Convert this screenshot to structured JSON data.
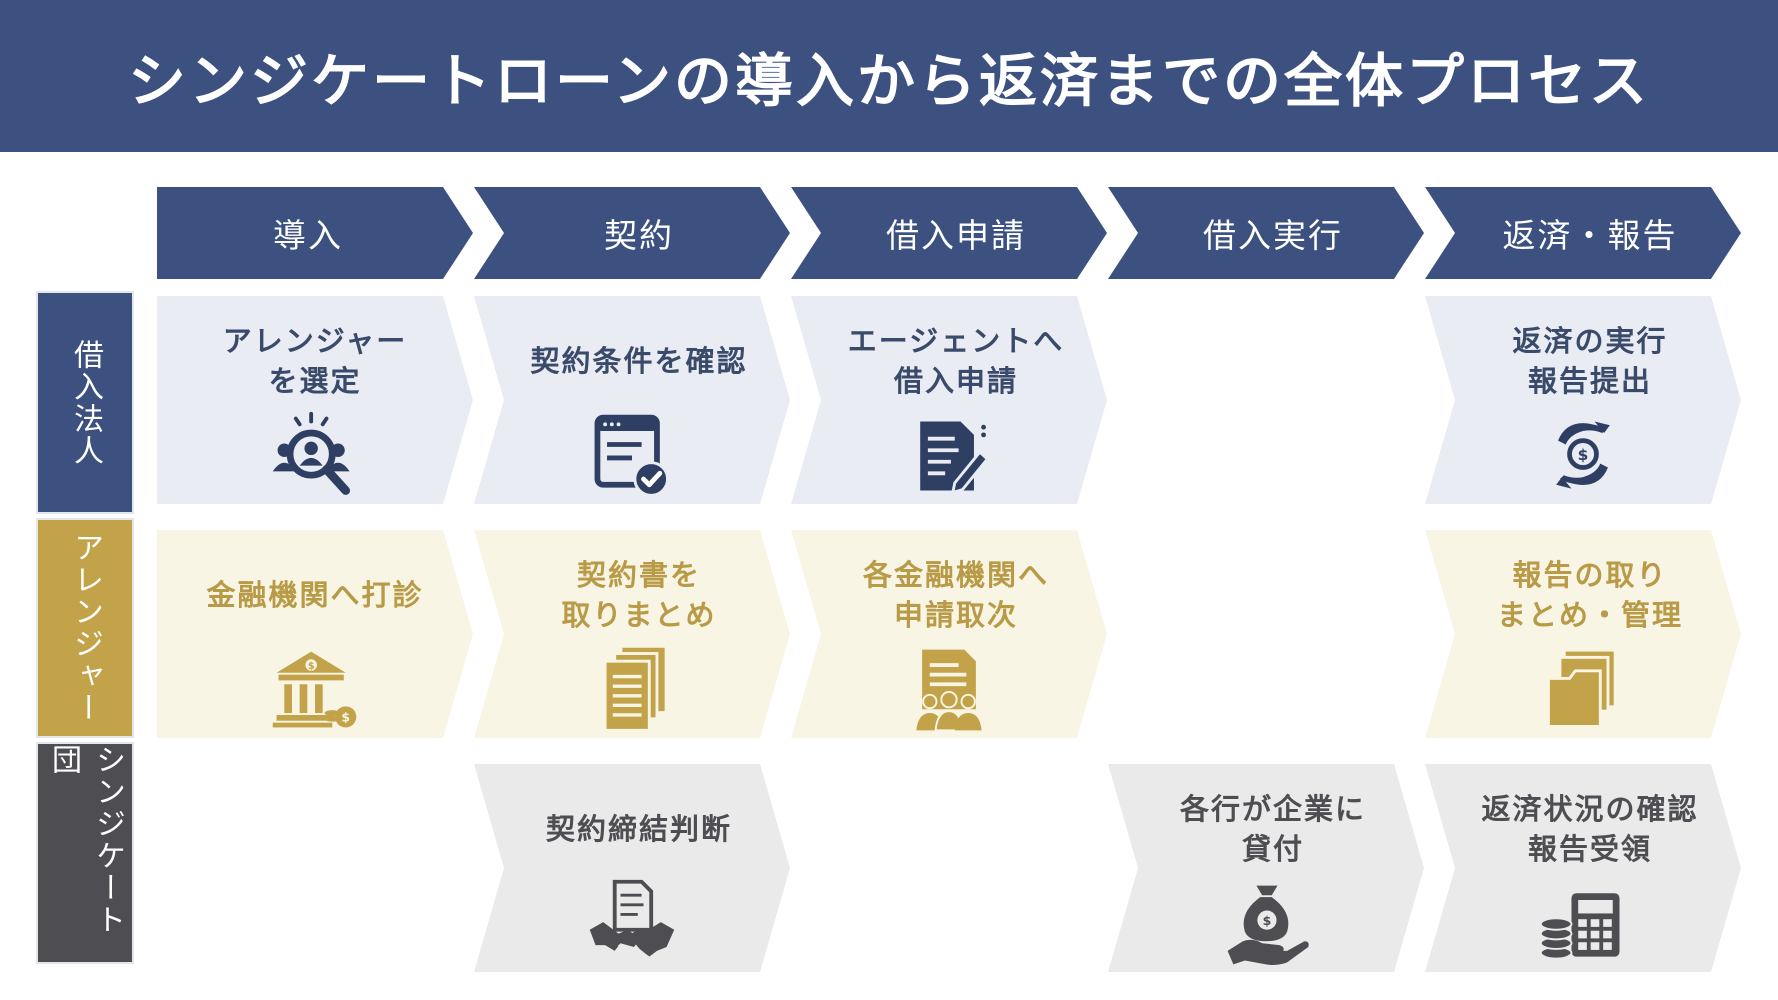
{
  "title": "シンジケートローンの導入から返済までの全体プロセス",
  "phases": [
    "導入",
    "契約",
    "借入申請",
    "借入実行",
    "返済・報告"
  ],
  "rows": [
    {
      "label": "借入法人",
      "color": "#3c5180"
    },
    {
      "label": "アレンジャー",
      "color": "#c2a34a"
    },
    {
      "label": "シンジケート団",
      "color": "#4d4d52"
    }
  ],
  "cells": {
    "borrower": {
      "intro": {
        "line1": "アレンジャー",
        "line2": "を選定",
        "icon": "person-search-icon"
      },
      "contract": {
        "line1": "契約条件を確認",
        "line2": "",
        "icon": "document-check-icon"
      },
      "apply": {
        "line1": "エージェントへ",
        "line2": "借入申請",
        "icon": "document-edit-icon"
      },
      "repay": {
        "line1": "返済の実行",
        "line2": "報告提出",
        "icon": "hands-money-icon"
      }
    },
    "arranger": {
      "intro": {
        "line1": "金融機関へ打診",
        "line2": "",
        "icon": "bank-icon"
      },
      "contract": {
        "line1": "契約書を",
        "line2": "取りまとめ",
        "icon": "documents-stack-icon"
      },
      "apply": {
        "line1": "各金融機関へ",
        "line2": "申請取次",
        "icon": "document-group-icon"
      },
      "repay": {
        "line1": "報告の取り",
        "line2": "まとめ・管理",
        "icon": "folder-icon"
      }
    },
    "syndicate": {
      "contract": {
        "line1": "契約締結判断",
        "line2": "",
        "icon": "handshake-icon"
      },
      "execute": {
        "line1": "各行が企業に",
        "line2": "貸付",
        "icon": "money-bag-hand-icon"
      },
      "repay": {
        "line1": "返済状況の確認",
        "line2": "報告受領",
        "icon": "coins-calculator-icon"
      }
    }
  }
}
